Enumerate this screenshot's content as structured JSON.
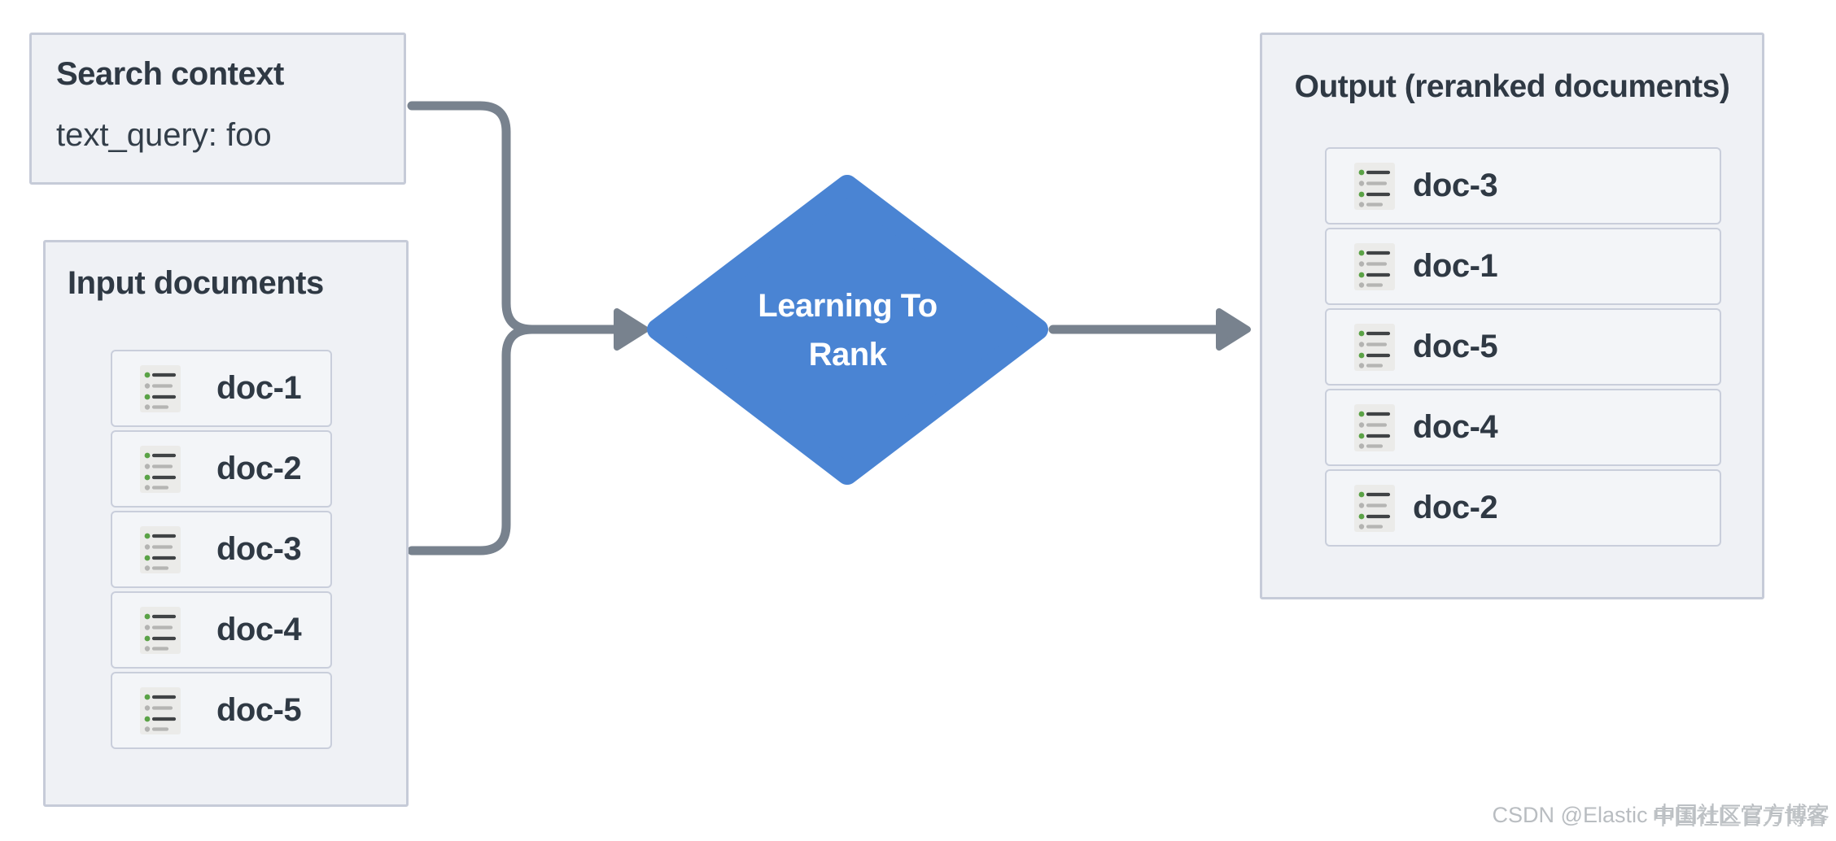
{
  "search_context": {
    "title": "Search context",
    "query": "text_query: foo"
  },
  "input_documents": {
    "title": "Input documents",
    "docs": [
      "doc-1",
      "doc-2",
      "doc-3",
      "doc-4",
      "doc-5"
    ]
  },
  "process": {
    "label_line1": "Learning To",
    "label_line2": "Rank"
  },
  "output_documents": {
    "title": "Output (reranked documents)",
    "docs": [
      "doc-3",
      "doc-1",
      "doc-5",
      "doc-4",
      "doc-2"
    ]
  },
  "watermark": {
    "text": "CSDN @Elastic 中国社区官方博客",
    "ghost": "中国社区官方博客"
  },
  "colors": {
    "diamond_blue": "#4a84d3",
    "connector_gray": "#78828e",
    "panel_bg": "#eff1f5",
    "panel_border": "#c6cbd8",
    "row_bg": "#f3f5f8",
    "row_border": "#c9cedb",
    "title_text": "#2f3944",
    "icon_bg": "#ebebe9",
    "icon_green": "#5aa245",
    "icon_gray": "#b3b3b1",
    "icon_dark": "#404345",
    "watermark_text": "#b9bdc1"
  }
}
